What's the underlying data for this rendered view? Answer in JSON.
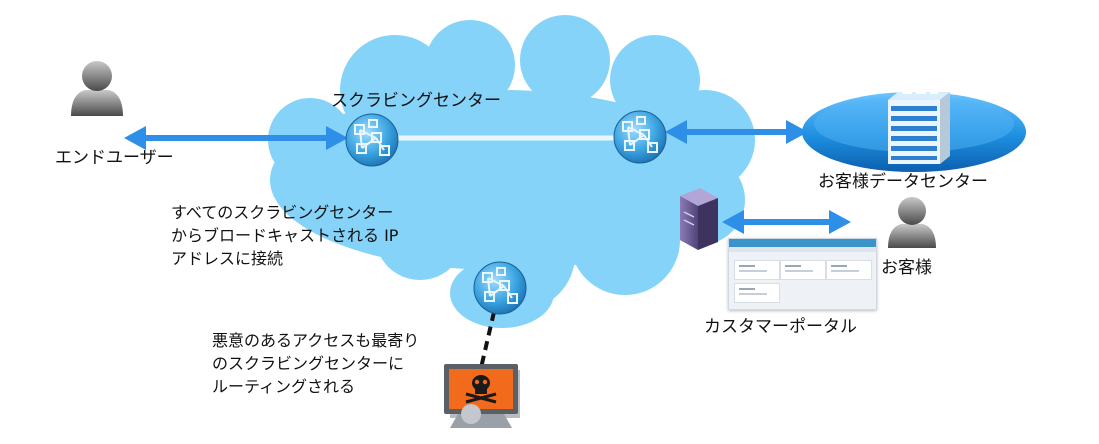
{
  "nodes": {
    "scrubbing_center": "スクラビングセンター",
    "end_user": "エンドユーザー",
    "customer_dc": "お客様データセンター",
    "customer": "お客様",
    "customer_portal": "カスタマーポータル"
  },
  "notes": {
    "broadcast": [
      "すべてのスクラビングセンター",
      "からブロードキャストされる IP",
      "アドレスに接続"
    ],
    "malicious": [
      "悪意のあるアクセスも最寄り",
      "のスクラビングセンターに",
      "ルーティングされる"
    ]
  },
  "colors": {
    "cloud": "#85d3f8",
    "arrow": "#2e8fe8",
    "building_ellipse": "#1e8fe0",
    "hub": "#3aa3e0",
    "attacker_screen": "#f26a1b"
  },
  "icons": [
    "person-icon",
    "network-hub-icon",
    "building-icon",
    "server-icon",
    "attacker-icon"
  ]
}
